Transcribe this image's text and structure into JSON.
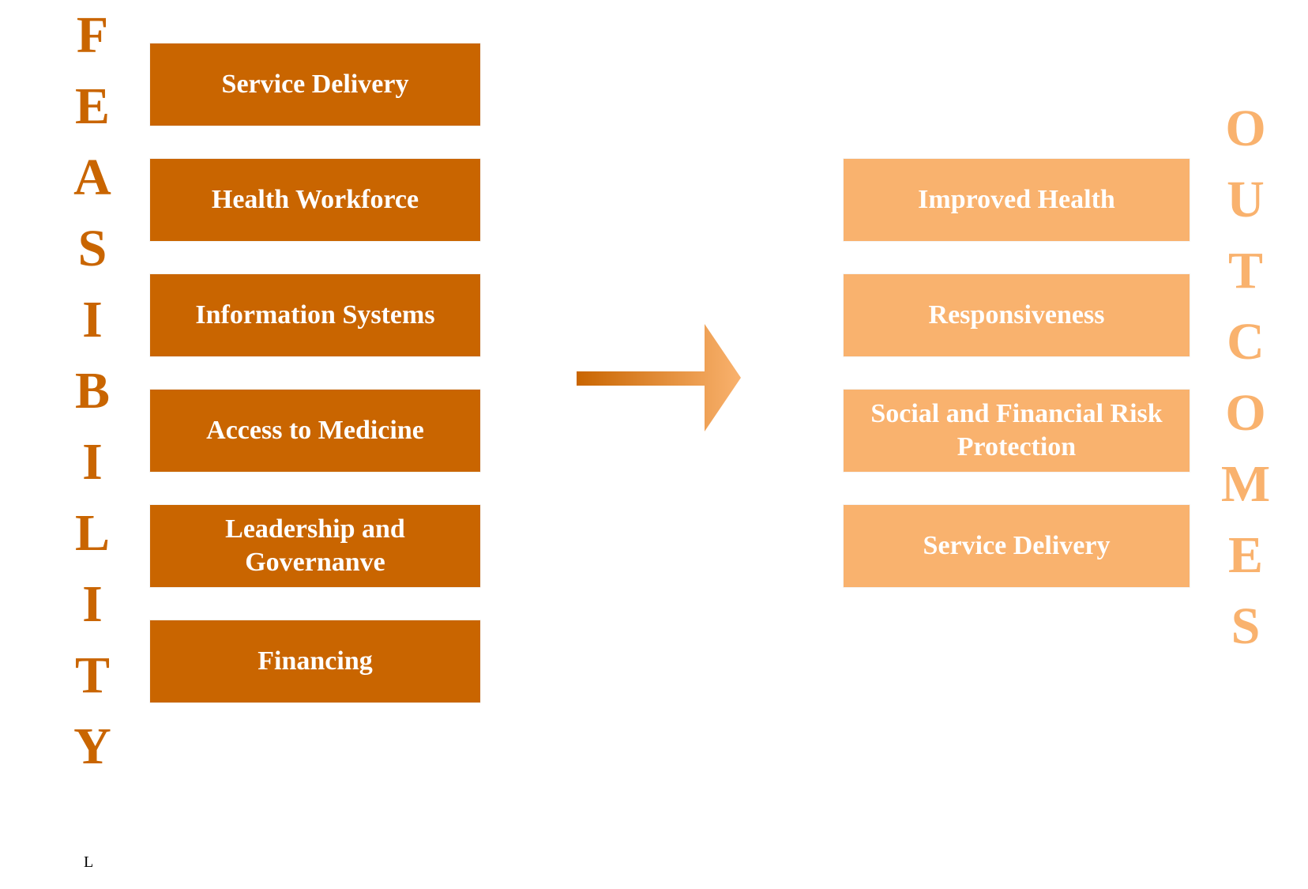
{
  "colors": {
    "left_accent": "#c96500",
    "right_accent": "#f9b26e",
    "arrow_start": "#c96500",
    "arrow_end": "#f9b26e"
  },
  "feasibility": {
    "letters": [
      "F",
      "E",
      "A",
      "S",
      "I",
      "B",
      "I",
      "L",
      "I",
      "T",
      "Y"
    ]
  },
  "outcomes": {
    "letters": [
      "O",
      "U",
      "T",
      "C",
      "O",
      "M",
      "E",
      "S"
    ]
  },
  "left_boxes": [
    "Service Delivery",
    "Health Workforce",
    "Information Systems",
    "Access to Medicine",
    "Leadership and Governanve",
    "Financing"
  ],
  "right_boxes": [
    "Improved Health",
    "Responsiveness",
    "Social and Financial Risk Protection",
    "Service Delivery"
  ],
  "footnote": "L",
  "arrow_icon": "right-arrow-icon"
}
